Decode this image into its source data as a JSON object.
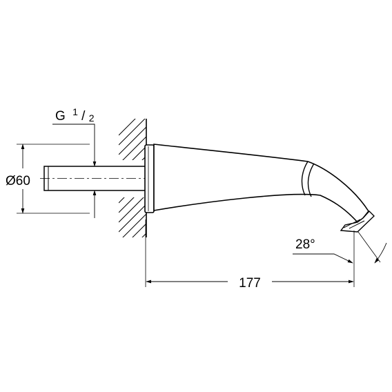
{
  "dimensions": {
    "thread_main": "G",
    "thread_numerator": "1",
    "thread_denominator": "2",
    "diameter": "Ø60",
    "angle": "28°",
    "length": "177"
  },
  "colors": {
    "line": "#000000",
    "background": "#ffffff"
  }
}
